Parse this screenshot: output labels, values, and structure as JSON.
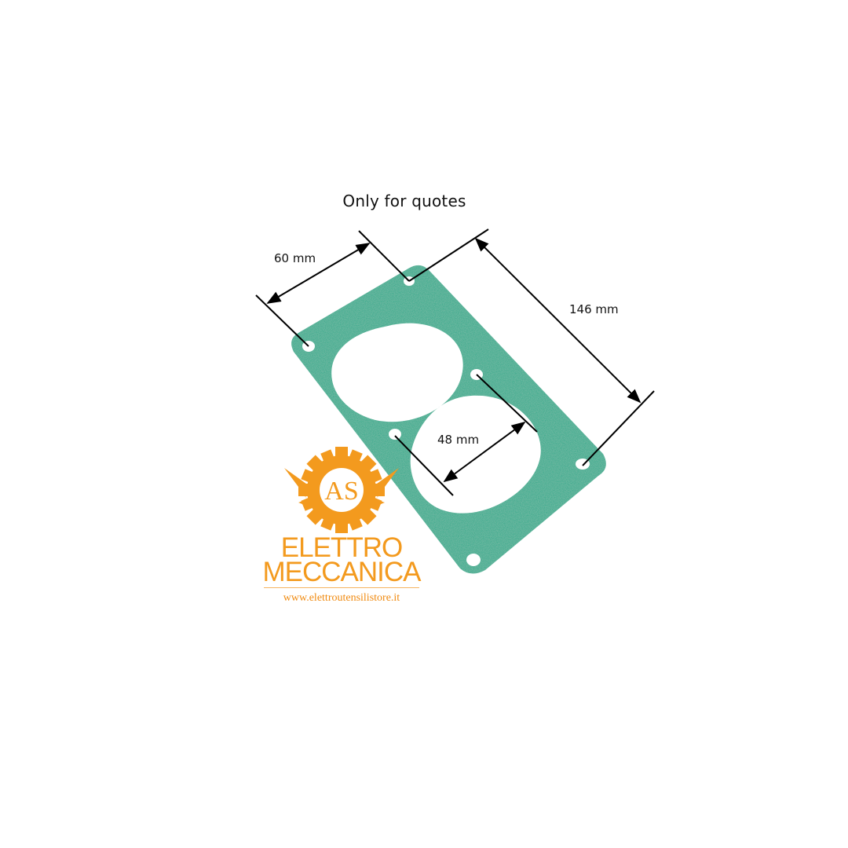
{
  "title": "Only for quotes",
  "dimensions": {
    "pitch": "60 mm",
    "length": "146 mm",
    "bore_spacing": "48 mm"
  },
  "logo": {
    "monogram": "AS",
    "line1": "ELETTRO",
    "line2": "MECCANICA",
    "url": "www.elettroutensilistore.it"
  },
  "colors": {
    "gasket": "#27a98a",
    "logo_orange": "#f39a1e",
    "dimension_lines": "#000000",
    "background": "#ffffff"
  }
}
